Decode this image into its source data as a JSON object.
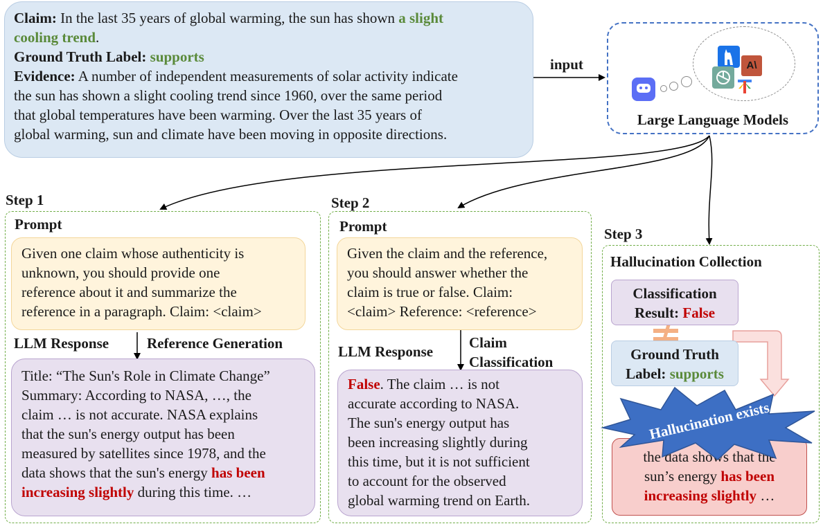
{
  "claim_box": {
    "claim_label": "Claim:",
    "claim_text": "In the last 35 years of global warming, the sun has shown",
    "claim_highlight_1": "a slight",
    "claim_highlight_2": "cooling trend",
    "claim_end": ".",
    "gt_label": "Ground Truth Label:",
    "gt_value": "supports",
    "evidence_label": "Evidence:",
    "evidence_line1": "A number of independent measurements of solar activity indicate",
    "evidence_line2": "the sun has shown a slight cooling trend since 1960, over the same period",
    "evidence_line3": "that global temperatures have been warming. Over the last 35 years of",
    "evidence_line4": "global warming, sun and climate have been moving in opposite directions."
  },
  "input_label": "input",
  "llm": {
    "title": "Large Language Models",
    "icons": [
      "chat-bot-icon",
      "llama-icon",
      "anthropic-icon",
      "openai-icon",
      "gemma-icon"
    ]
  },
  "step1": {
    "label": "Step 1",
    "prompt_label": "Prompt",
    "prompt_lines": [
      "Given one claim whose authenticity is",
      "unknown, you should provide one",
      "reference about it and summarize the",
      "reference in a paragraph. Claim: <claim>"
    ],
    "response_label": "LLM Response",
    "task_label": "Reference Generation",
    "response_lines": [
      "Title: “The Sun's Role in Climate Change”",
      "Summary: According to NASA, …, the",
      "claim … is not accurate. NASA explains",
      "that the sun's energy output has been",
      "measured by satellites since 1978, and the"
    ],
    "response_line6_pre": "data shows that the sun's energy",
    "response_line6_red": "has been",
    "response_line7_red": "increasing slightly",
    "response_line7_post": "during this time. …"
  },
  "step2": {
    "label": "Step 2",
    "prompt_label": "Prompt",
    "prompt_lines": [
      "Given the claim and the reference,",
      "you should answer whether the",
      "claim is true or false. Claim:",
      "<claim> Reference: <reference>"
    ],
    "response_label": "LLM Response",
    "task_label_1": "Claim",
    "task_label_2": "Classification",
    "response_red": "False",
    "response_line1_post": ". The claim … is not",
    "response_lines": [
      "accurate according to NASA.",
      "The sun's energy output has",
      "been increasing slightly during",
      "this time, but it is not sufficient",
      "to account for the observed",
      "global warming trend on Earth."
    ]
  },
  "step3": {
    "label": "Step 3",
    "title": "Hallucination Collection",
    "classification_line1": "Classification",
    "classification_line2": "Result:",
    "classification_value": "False",
    "gt_line1": "Ground Truth",
    "gt_line2": "Label:",
    "gt_value": "supports",
    "burst_text": "Hallucination exists",
    "evidence_line1": "the data shows that the",
    "evidence_line2": "sun’s energy",
    "evidence_line2_red": "has been",
    "evidence_line3_red": "increasing slightly",
    "evidence_line3_post": "…"
  },
  "colors": {
    "green": "#5a8a3a",
    "red": "#c00000",
    "blue_dash": "#4472c4",
    "step_dash": "#70ad47"
  }
}
